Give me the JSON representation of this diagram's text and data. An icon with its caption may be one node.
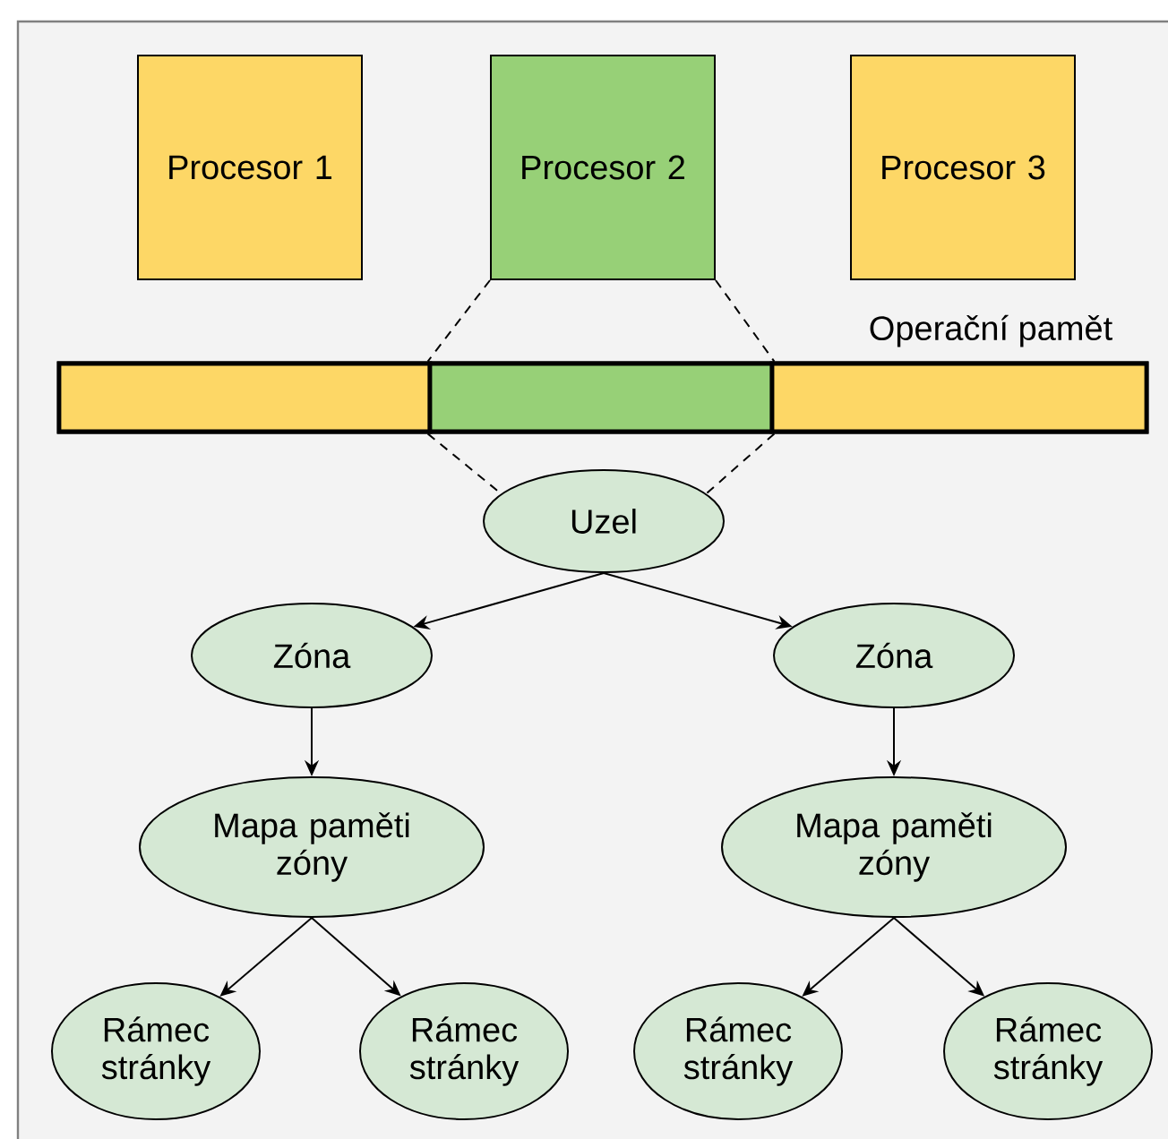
{
  "diagram": {
    "nodes": [
      {
        "text": [
          "Procesor 1"
        ]
      },
      {
        "text": [
          "Procesor 2"
        ]
      },
      {
        "text": [
          "Procesor 3"
        ]
      },
      {
        "text": [
          "Operační pamět"
        ]
      },
      {
        "text": [],
        "shape": "bar",
        "in": 3
      },
      {
        "text": [],
        "shape": "bar",
        "in": 3
      },
      {
        "text": [],
        "shape": "bar",
        "in": 3
      },
      {
        "text": [
          "Uzel"
        ]
      },
      {
        "text": [
          "Zóna"
        ]
      },
      {
        "text": [
          "Zóna"
        ]
      },
      {
        "text": [
          "Mapa paměti zóny"
        ]
      },
      {
        "text": [
          "Mapa paměti zóny"
        ]
      },
      {
        "text": [
          "Rámec stránky"
        ]
      },
      {
        "text": [
          "Rámec stránky"
        ]
      },
      {
        "text": [
          "Rámec stránky"
        ]
      },
      {
        "text": [
          "Rámec stránky"
        ]
      }
    ],
    "edges": [
      {
        "from": 1,
        "to": 5,
        "arrow": "none",
        "style": "dashed"
      },
      {
        "from": 1,
        "to": 5,
        "arrow": "none",
        "style": "dashed"
      },
      {
        "from": 5,
        "to": 7,
        "arrow": "none",
        "style": "dashed"
      },
      {
        "from": 5,
        "to": 7,
        "arrow": "none",
        "style": "dashed"
      },
      {
        "from": 7,
        "to": 8,
        "arrow": "to"
      },
      {
        "from": 7,
        "to": 9,
        "arrow": "to"
      },
      {
        "from": 8,
        "to": 10,
        "arrow": "to"
      },
      {
        "from": 9,
        "to": 11,
        "arrow": "to"
      },
      {
        "from": 10,
        "to": 12,
        "arrow": "to"
      },
      {
        "from": 10,
        "to": 13,
        "arrow": "to"
      },
      {
        "from": 11,
        "to": 14,
        "arrow": "to"
      },
      {
        "from": 11,
        "to": 15,
        "arrow": "to"
      }
    ]
  }
}
